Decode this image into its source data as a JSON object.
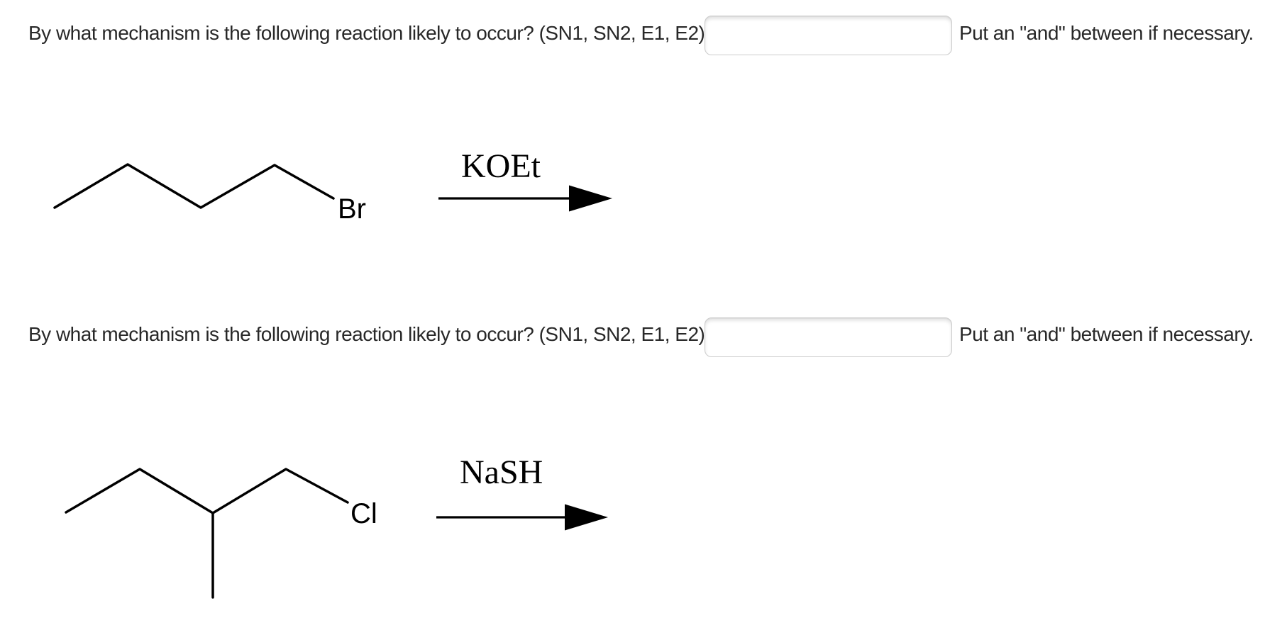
{
  "colors": {
    "page_background": "#ffffff",
    "text": "#282828",
    "structure": "#000000",
    "input_border": "#cbcbcb"
  },
  "questions": [
    {
      "prompt": "By what mechanism is the following reaction likely to occur? (SN1, SN2, E1, E2)",
      "answer": "",
      "note": "Put an \"and\" between if necessary.",
      "scheme": {
        "reagent": "KOEt",
        "halide_label": "Br"
      }
    },
    {
      "prompt": "By what mechanism is the following reaction likely to occur? (SN1, SN2, E1, E2)",
      "answer": "",
      "note": "Put an \"and\" between if necessary.",
      "scheme": {
        "reagent": "NaSH",
        "halide_label": "Cl"
      }
    }
  ]
}
